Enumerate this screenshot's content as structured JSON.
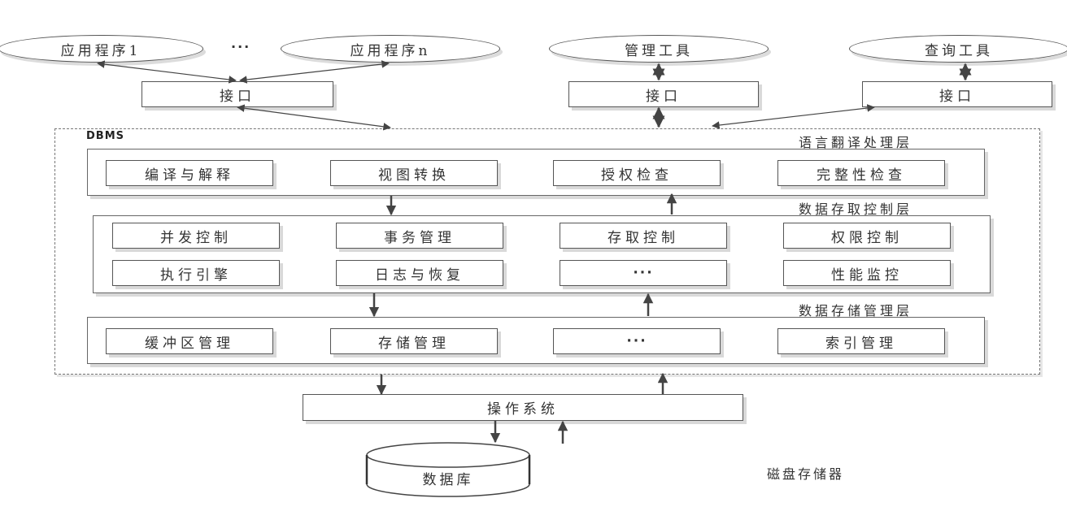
{
  "clients": {
    "app1": "应用程序1",
    "ellipsis": "···",
    "appn": "应用程序n",
    "admin_tool": "管理工具",
    "query_tool": "查询工具"
  },
  "interfaces": [
    "接口",
    "接口",
    "接口"
  ],
  "dbms": {
    "label": "DBMS",
    "layers": [
      {
        "title": "语言翻译处理层",
        "modules": [
          "编译与解释",
          "视图转换",
          "授权检查",
          "完整性检查"
        ]
      },
      {
        "title": "数据存取控制层",
        "modules": [
          "并发控制",
          "事务管理",
          "存取控制",
          "权限控制",
          "执行引擎",
          "日志与恢复",
          "···",
          "性能监控"
        ]
      },
      {
        "title": "数据存储管理层",
        "modules": [
          "缓冲区管理",
          "存储管理",
          "···",
          "索引管理"
        ]
      }
    ]
  },
  "os": {
    "label": "操作系统"
  },
  "database": {
    "label": "数据库"
  },
  "disk_label": "磁盘存储器",
  "colors": {
    "line": "#444444",
    "border": "#555555",
    "shadow": "#d9d9d9"
  }
}
